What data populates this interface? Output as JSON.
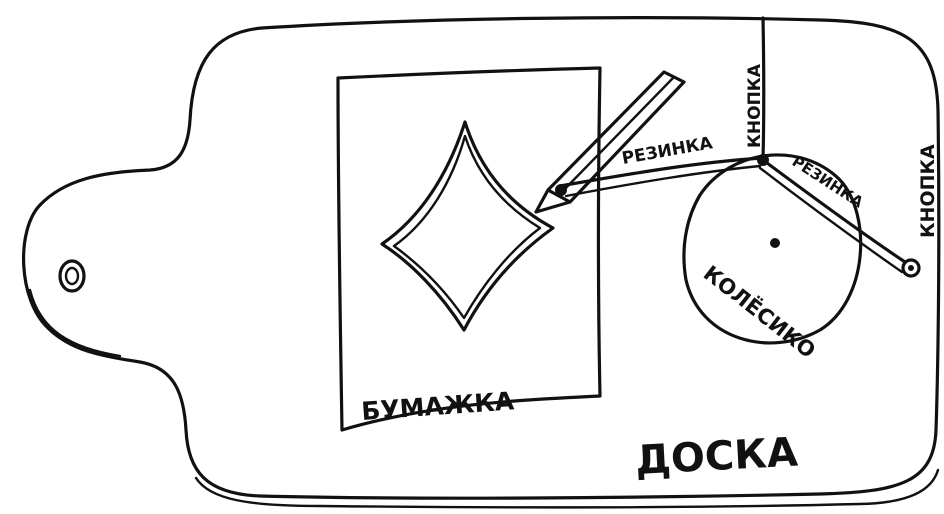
{
  "labels": {
    "board": "ДОСКА",
    "paper": "БУМАЖКА",
    "wheel": "КОЛЁСИКО",
    "band_left": "РЕЗИНКА",
    "band_right": "РЕЗИНКА",
    "pin_top": "КНОПКА",
    "pin_right": "КНОПКА"
  },
  "colors": {
    "ink": "#111111",
    "background": "#ffffff"
  }
}
